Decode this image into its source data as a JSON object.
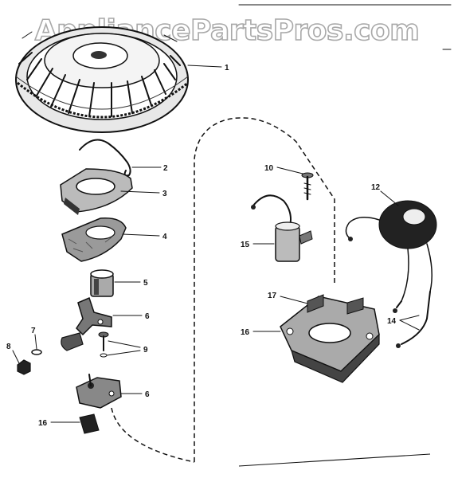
{
  "watermark": "AppliancePartsPros.com",
  "callouts": [
    {
      "id": "flywheel",
      "label": "1"
    },
    {
      "id": "spring-clip",
      "label": "2"
    },
    {
      "id": "dust-cover",
      "label": "3"
    },
    {
      "id": "gasket",
      "label": "4"
    },
    {
      "id": "cam-bushing",
      "label": "5"
    },
    {
      "id": "breaker-arm",
      "label": "6"
    },
    {
      "id": "washer",
      "label": "7"
    },
    {
      "id": "nut",
      "label": "8"
    },
    {
      "id": "screws",
      "label": "9"
    },
    {
      "id": "breaker-plate",
      "label": "6"
    },
    {
      "id": "wick",
      "label": "16"
    },
    {
      "id": "condenser-screw",
      "label": "10"
    },
    {
      "id": "condenser",
      "label": "15"
    },
    {
      "id": "ignition-coil",
      "label": "12"
    },
    {
      "id": "armature-clip",
      "label": "17"
    },
    {
      "id": "lamination",
      "label": "16"
    },
    {
      "id": "leads",
      "label": "14"
    }
  ]
}
